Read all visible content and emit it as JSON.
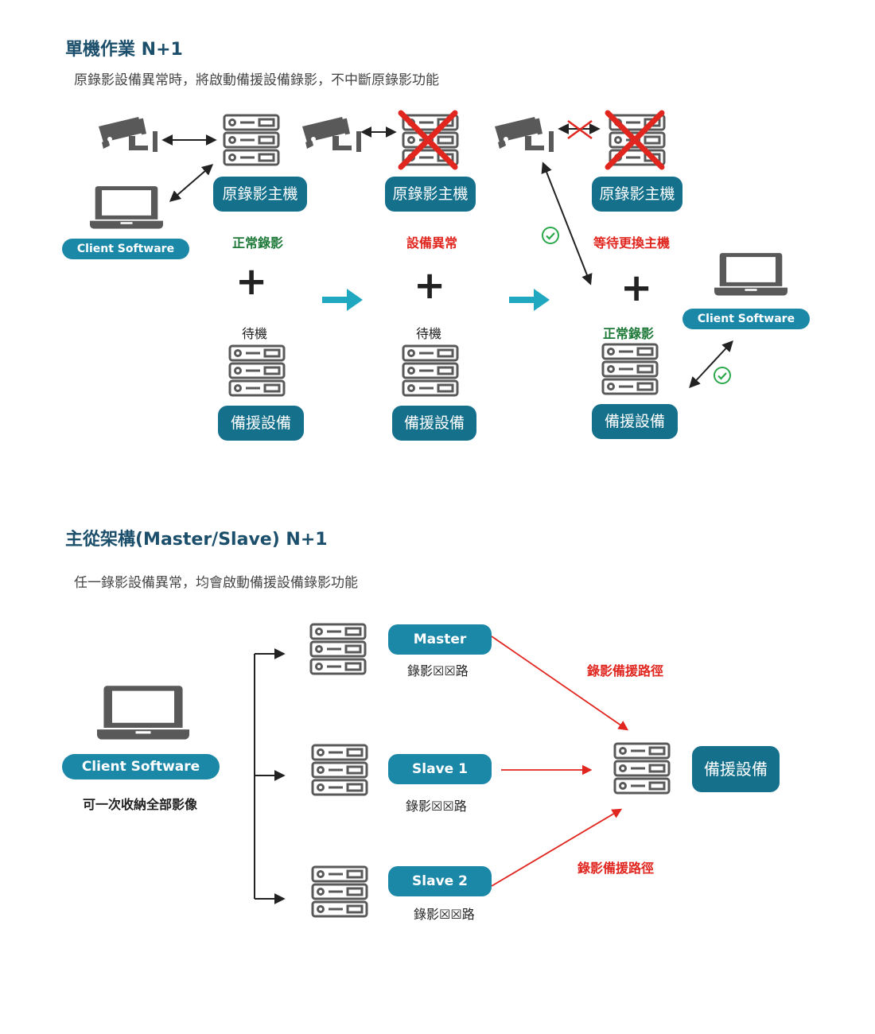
{
  "section1": {
    "title": "單機作業 N+1",
    "subtitle": "原錄影設備異常時，將啟動備援設備錄影，不中斷原錄影功能",
    "panel1": {
      "host_label": "原錄影主機",
      "status": "正常錄影",
      "standby": "待機",
      "backup_label": "備援設備",
      "client_label": "Client Software"
    },
    "panel2": {
      "host_label": "原錄影主機",
      "status": "設備異常",
      "standby": "待機",
      "backup_label": "備援設備"
    },
    "panel3": {
      "host_label": "原錄影主機",
      "status": "等待更換主機",
      "standby": "正常錄影",
      "backup_label": "備援設備",
      "client_label": "Client Software"
    }
  },
  "section2": {
    "title": "主從架構(Master/Slave) N+1",
    "subtitle": "任一錄影設備異常，均會啟動備援設備錄影功能",
    "client_label": "Client Software",
    "client_caption": "可一次收納全部影像",
    "nodes": [
      {
        "label": "Master",
        "caption": "錄影☒☒路"
      },
      {
        "label": "Slave 1",
        "caption": "錄影☒☒路"
      },
      {
        "label": "Slave 2",
        "caption": "錄影☒☒路"
      }
    ],
    "path_label_top": "錄影備援路徑",
    "path_label_bottom": "錄影備援路徑",
    "backup_label": "備援設備"
  },
  "colors": {
    "teal_dark": "#15708c",
    "teal": "#1c88a8",
    "red": "#e0261f",
    "green": "#1f7a3a",
    "check_green": "#2aa84a",
    "arrow_teal": "#1fa8bf",
    "icon_gray": "#595959"
  }
}
